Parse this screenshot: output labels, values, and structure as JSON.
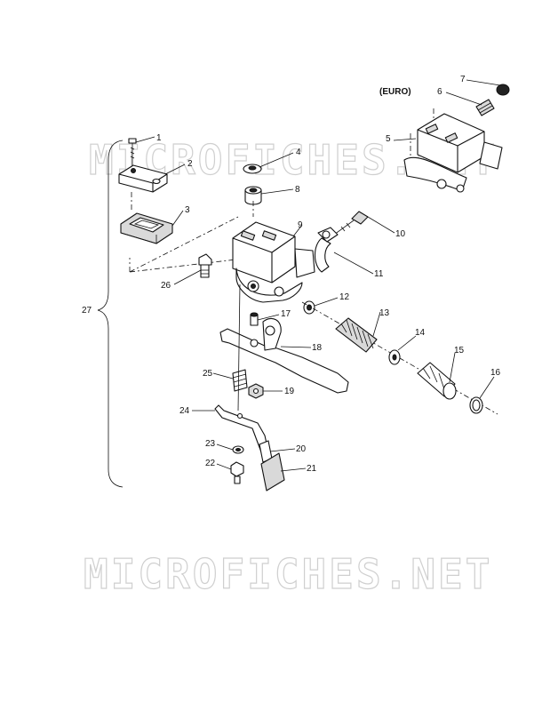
{
  "watermark": {
    "top_text": "MICROFICHES.NET",
    "bottom_text": "MICROFICHES.NET"
  },
  "euro_label": "(EURO)",
  "callouts": [
    {
      "id": "1",
      "label": "1"
    },
    {
      "id": "2",
      "label": "2"
    },
    {
      "id": "3",
      "label": "3"
    },
    {
      "id": "4",
      "label": "4"
    },
    {
      "id": "5",
      "label": "5"
    },
    {
      "id": "6",
      "label": "6"
    },
    {
      "id": "7",
      "label": "7"
    },
    {
      "id": "8",
      "label": "8"
    },
    {
      "id": "9",
      "label": "9"
    },
    {
      "id": "10",
      "label": "10"
    },
    {
      "id": "11",
      "label": "11"
    },
    {
      "id": "12",
      "label": "12"
    },
    {
      "id": "13",
      "label": "13"
    },
    {
      "id": "14",
      "label": "14"
    },
    {
      "id": "15",
      "label": "15"
    },
    {
      "id": "16",
      "label": "16"
    },
    {
      "id": "17",
      "label": "17"
    },
    {
      "id": "18",
      "label": "18"
    },
    {
      "id": "19",
      "label": "19"
    },
    {
      "id": "20",
      "label": "20"
    },
    {
      "id": "21",
      "label": "21"
    },
    {
      "id": "22",
      "label": "22"
    },
    {
      "id": "23",
      "label": "23"
    },
    {
      "id": "24",
      "label": "24"
    },
    {
      "id": "25",
      "label": "25"
    },
    {
      "id": "26",
      "label": "26"
    },
    {
      "id": "27",
      "label": "27"
    }
  ],
  "colors": {
    "line": "#111111",
    "watermark": "#cfcfcf",
    "background": "#ffffff"
  }
}
